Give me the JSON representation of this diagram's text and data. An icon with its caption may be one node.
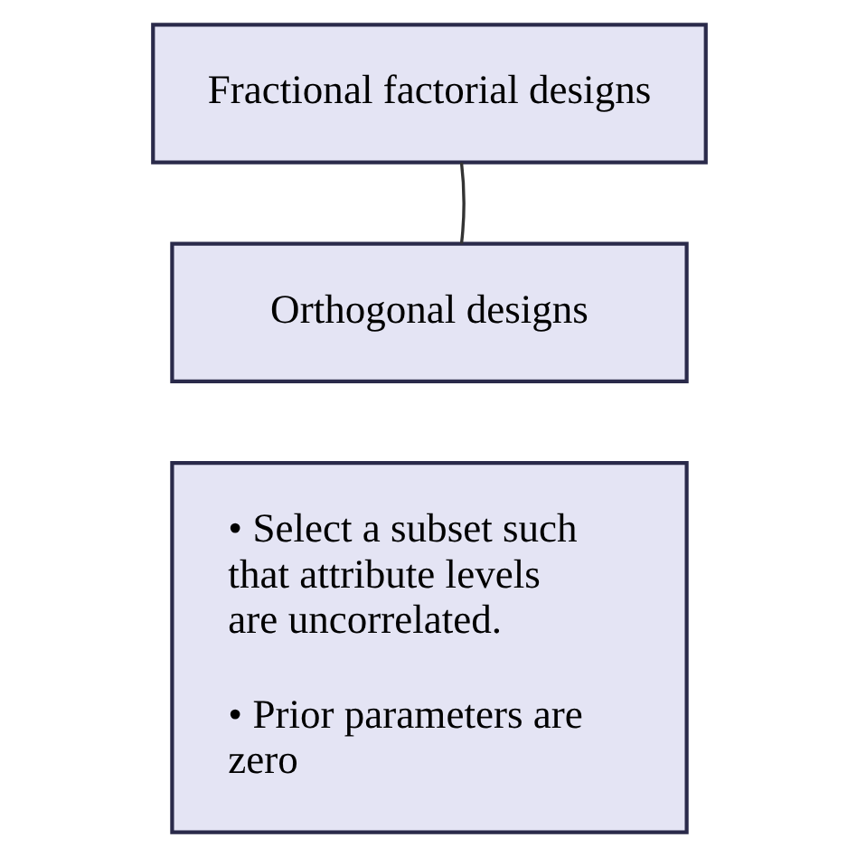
{
  "diagram": {
    "nodes": [
      {
        "text": [
          "Fractional factorial designs"
        ]
      },
      {
        "text": [
          "Orthogonal designs"
        ]
      },
      {
        "text": [
          "• Select a subset such that attribute levels are uncorrelated.",
          "• Prior parameters are zero"
        ]
      }
    ],
    "edges": [
      {
        "from": 0,
        "to": 1,
        "arrow": "none"
      }
    ]
  }
}
